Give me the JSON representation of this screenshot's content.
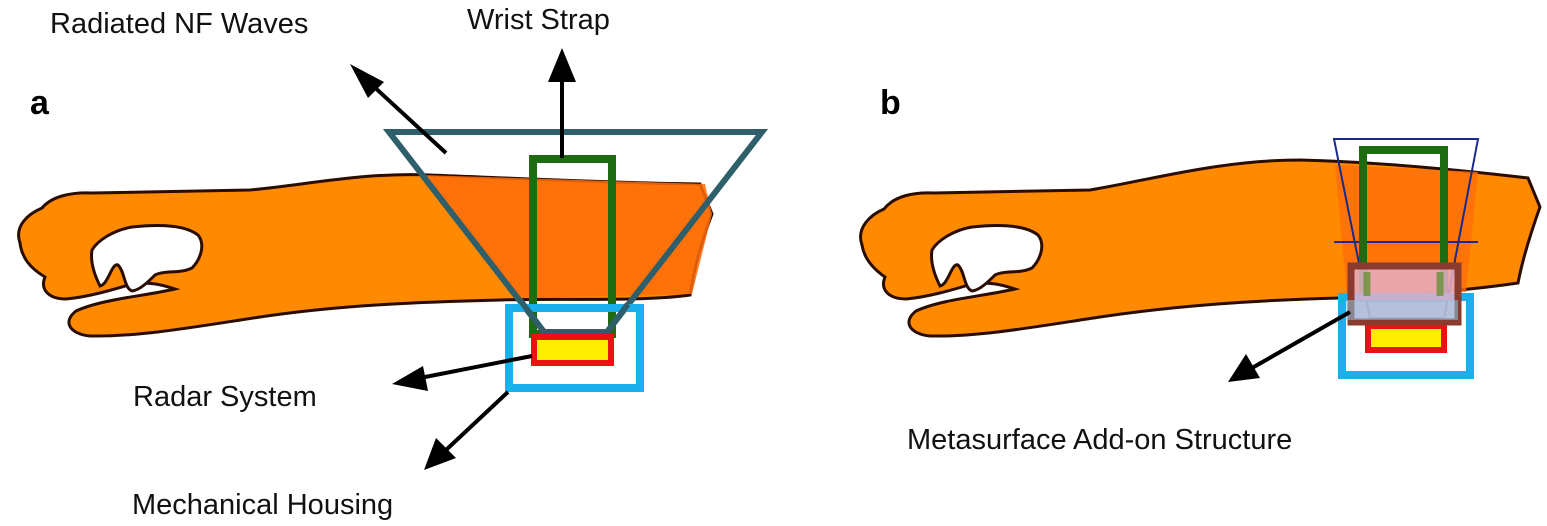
{
  "panels": {
    "a": {
      "label": "a",
      "annotations": {
        "radiated_waves": "Radiated NF Waves",
        "wrist_strap": "Wrist Strap",
        "radar_system": "Radar System",
        "mechanical_housing": "Mechanical Housing"
      }
    },
    "b": {
      "label": "b",
      "annotations": {
        "metasurface": "Metasurface Add-on Structure"
      }
    }
  },
  "colors": {
    "arm_fill": "#ff8a00",
    "arm_fill_shaded": "#ff6d0a",
    "arm_outline": "#2a0d00",
    "radiation_cone": "#2e5f6b",
    "cone_b_outline": "#1a2a8a",
    "wrist_strap": "#1f6b12",
    "mechanical_housing": "#1ab0ec",
    "radar_outline": "#ee1111",
    "radar_fill": "#ffee00",
    "metasurface_outline": "#8b3a2e",
    "metasurface_fill": "#e6b0c8",
    "arrow": "#000000"
  }
}
